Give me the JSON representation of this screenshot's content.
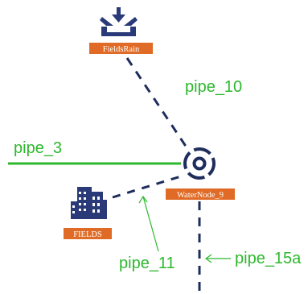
{
  "colors": {
    "pipe_solid": "#2db82d",
    "pipe_dashed": "#1f2d5c",
    "label_green": "#2db82d",
    "tag_orange": "#e06b26",
    "icon_navy": "#2a3a78"
  },
  "nodes": {
    "fields_rain": {
      "label": "FieldsRain",
      "icon": "inflow-arrow-icon"
    },
    "water_node_9": {
      "label": "WaterNode_9",
      "icon": "junction-node-icon"
    },
    "fields": {
      "label": "FIELDS",
      "icon": "buildings-icon"
    }
  },
  "pipes": {
    "pipe_10": {
      "label": "pipe_10",
      "style": "dashed"
    },
    "pipe_3": {
      "label": "pipe_3",
      "style": "solid"
    },
    "pipe_11": {
      "label": "pipe_11",
      "style": "dashed"
    },
    "pipe_15a": {
      "label": "pipe_15a",
      "style": "dashed"
    }
  }
}
